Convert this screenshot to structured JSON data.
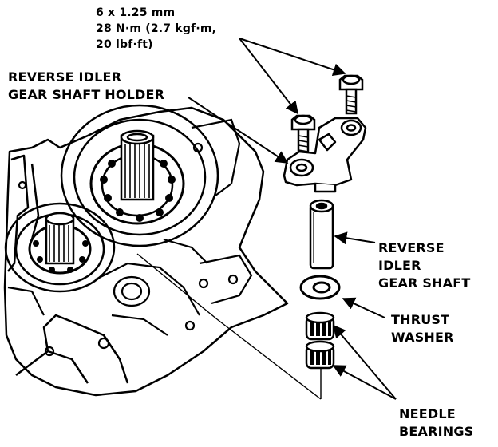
{
  "torque": {
    "size": "6 x 1.25 mm",
    "nm": "28 N·m (2.7 kgf·m,",
    "lbf": "20 lbf·ft)"
  },
  "labels": {
    "holder": [
      "REVERSE IDLER",
      "GEAR SHAFT HOLDER"
    ],
    "shaft": [
      "REVERSE",
      "IDLER",
      "GEAR SHAFT"
    ],
    "washer": [
      "THRUST",
      "WASHER"
    ],
    "bearings": [
      "NEEDLE",
      "BEARINGS"
    ]
  }
}
